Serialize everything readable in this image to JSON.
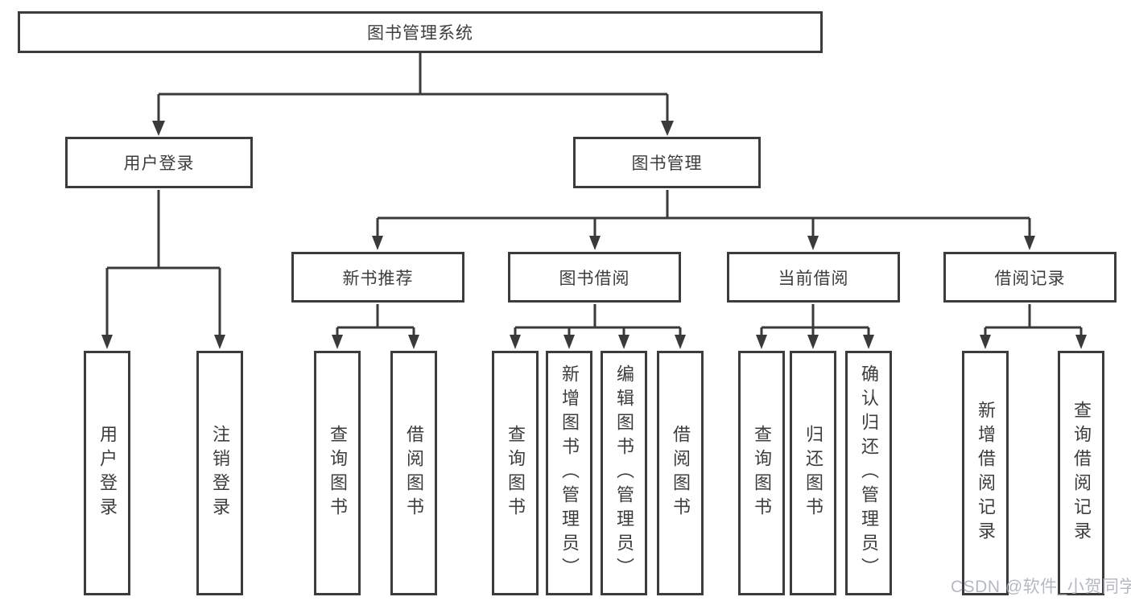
{
  "tree": {
    "label": "图书管理系统",
    "children": [
      {
        "label": "用户登录",
        "children": [
          {
            "label": "用户登录"
          },
          {
            "label": "注销登录"
          }
        ]
      },
      {
        "label": "图书管理",
        "children": [
          {
            "label": "新书推荐",
            "children": [
              {
                "label": "查询图书"
              },
              {
                "label": "借阅图书"
              }
            ]
          },
          {
            "label": "图书借阅",
            "children": [
              {
                "label": "查询图书"
              },
              {
                "label": "新增图书（管理员）"
              },
              {
                "label": "编辑图书（管理员）"
              },
              {
                "label": "借阅图书"
              }
            ]
          },
          {
            "label": "当前借阅",
            "children": [
              {
                "label": "查询图书"
              },
              {
                "label": "归还图书"
              },
              {
                "label": "确认归还（管理员）"
              }
            ]
          },
          {
            "label": "借阅记录",
            "children": [
              {
                "label": "新增借阅记录"
              },
              {
                "label": "查询借阅记录"
              }
            ]
          }
        ]
      }
    ]
  },
  "watermark": "CSDN @软件_小贺同学",
  "colors": {
    "line": "#3a3a3a",
    "border": "#3c3c3c",
    "text": "#3d3d3d",
    "watermark": "#aeb3bc",
    "background": "#ffffff"
  }
}
